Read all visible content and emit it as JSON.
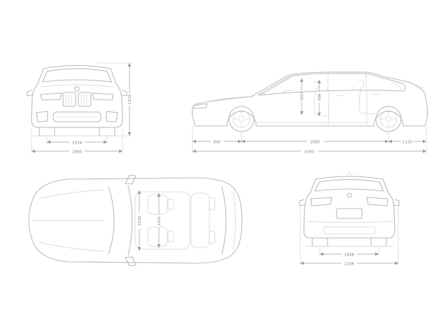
{
  "colors": {
    "background": "#ffffff",
    "car_line": "#b4b8bf",
    "detail_line": "#cfd3d8",
    "dim_line": "#979ca4",
    "dim_text": "#7d828a"
  },
  "views": {
    "front": {
      "dims": {
        "height": "1515",
        "track": "1634",
        "width": "1900"
      }
    },
    "side": {
      "dims": {
        "headroom_front": "1027",
        "headroom_rear": "996",
        "front_overhang": "945",
        "wheelbase": "2995",
        "rear_overhang": "1120",
        "length": "5060"
      }
    },
    "top": {
      "dims": {
        "interior_width_front": "1536",
        "interior_width_rear": "1431"
      }
    },
    "rear": {
      "dims": {
        "track": "1668",
        "width_incl_mirrors": "2156"
      }
    }
  }
}
